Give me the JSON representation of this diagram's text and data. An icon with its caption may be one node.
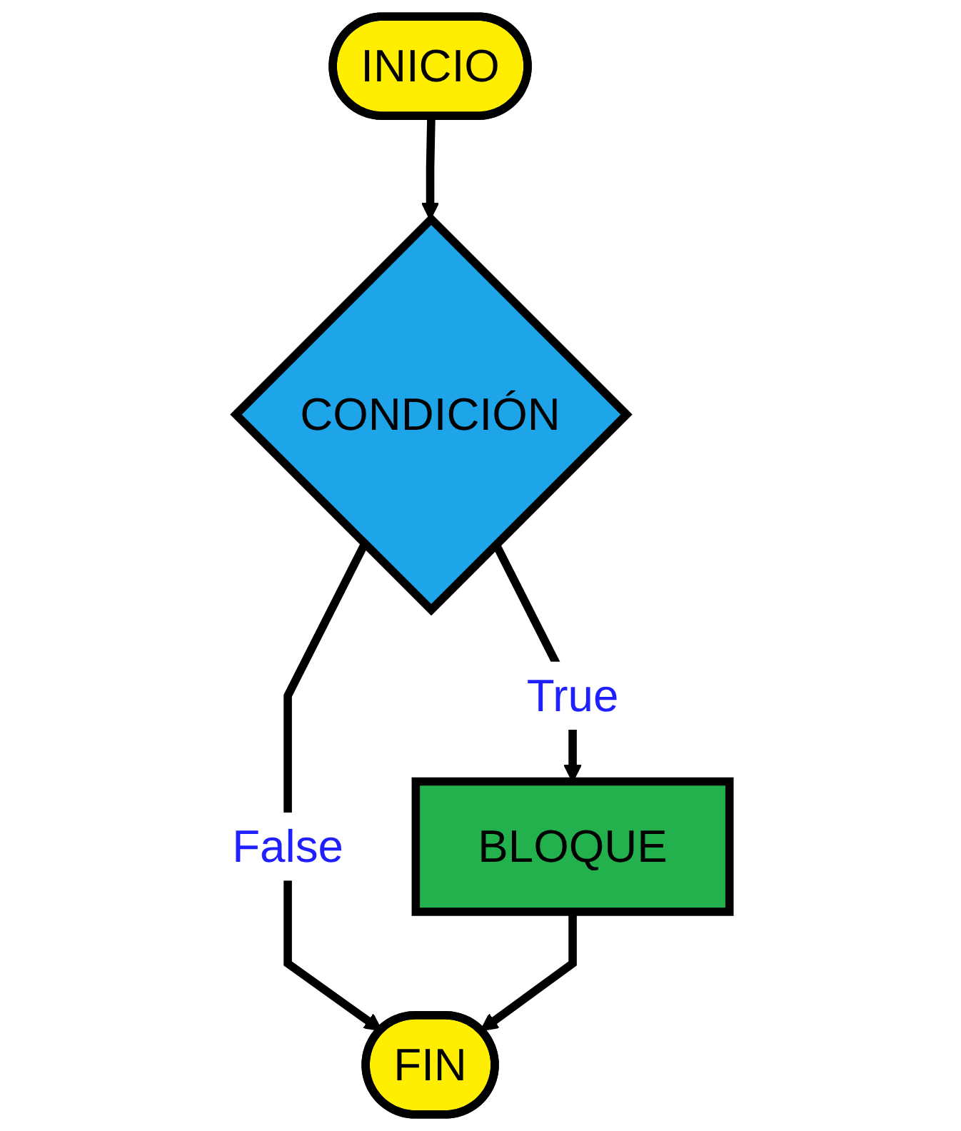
{
  "diagram": {
    "nodes": [
      {
        "text": [
          "INICIO"
        ]
      },
      {
        "text": [
          "CONDICIÓN"
        ]
      },
      {
        "text": [
          "BLOQUE"
        ]
      },
      {
        "text": [
          "FIN"
        ]
      }
    ],
    "edges": [
      {
        "from": 0,
        "to": 1,
        "arrow": "to"
      },
      {
        "from": 1,
        "to": 2,
        "label": "True",
        "arrow": "to"
      },
      {
        "from": 1,
        "to": 3,
        "label": "False",
        "arrow": "to"
      },
      {
        "from": 2,
        "to": 3,
        "arrow": "to"
      }
    ]
  }
}
